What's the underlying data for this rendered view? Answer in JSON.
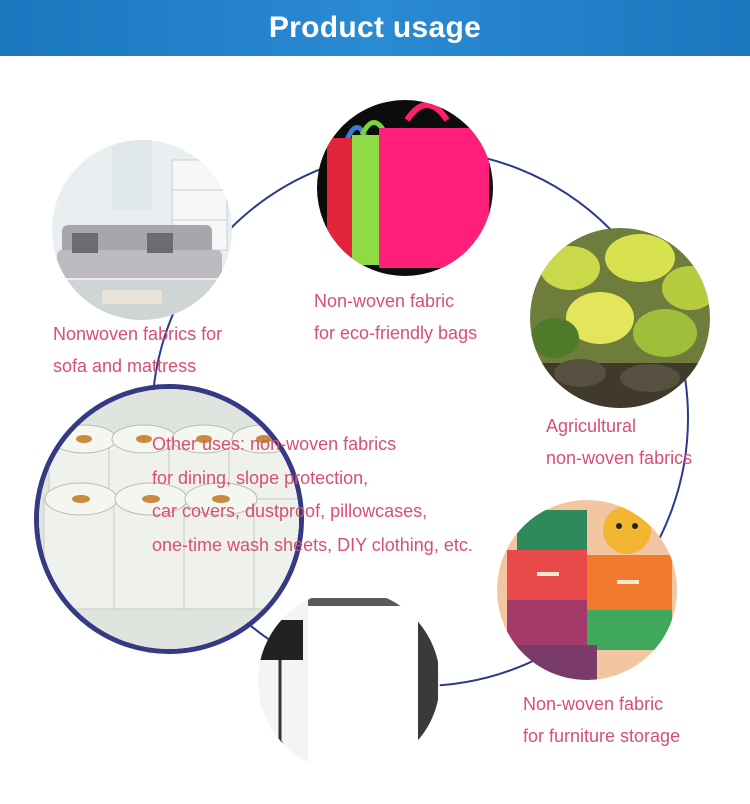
{
  "header": {
    "title": "Product usage"
  },
  "colors": {
    "banner": "#1a77be",
    "caption": "#d94f70",
    "ring": "#2b3a8c"
  },
  "items": [
    {
      "id": "sofa",
      "lines": [
        "Nonwoven fabrics for",
        "sofa and mattress"
      ]
    },
    {
      "id": "bags",
      "lines": [
        "Non-woven fabric",
        "for eco-friendly bags"
      ]
    },
    {
      "id": "agri",
      "lines": [
        "Agricultural",
        "non-woven fabrics"
      ]
    },
    {
      "id": "storage",
      "lines": [
        "Non-woven fabric",
        "for furniture storage"
      ]
    }
  ],
  "other_uses": {
    "lines": [
      "Other uses: non-woven fabrics",
      "for dining, slope protection,",
      "car covers, dustproof, pillowcases,",
      "one-time wash sheets, DIY clothing, etc."
    ]
  }
}
